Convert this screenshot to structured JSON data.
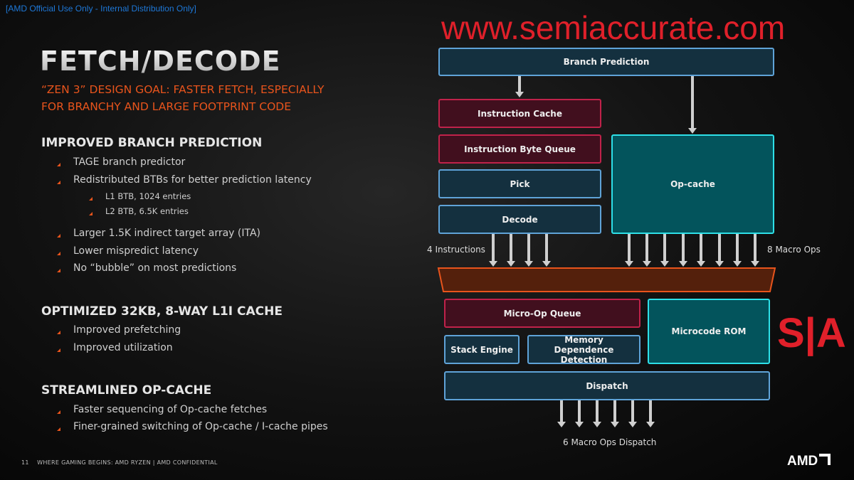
{
  "header_tag": "[AMD Official Use Only - Internal Distribution Only]",
  "title": "FETCH/DECODE",
  "subtitle": [
    "“ZEN 3” DESIGN GOAL: FASTER FETCH, ESPECIALLY",
    "FOR BRANCHY AND LARGE FOOTPRINT CODE"
  ],
  "sections": [
    {
      "heading": "IMPROVED BRANCH PREDICTION",
      "bullets": [
        "TAGE branch predictor",
        "Redistributed BTBs for better prediction latency",
        "Larger 1.5K indirect target array (ITA)",
        "Lower mispredict latency",
        "No “bubble” on most predictions"
      ],
      "sub_bullets": [
        "L1 BTB, 1024 entries",
        "L2 BTB, 6.5K entries"
      ]
    },
    {
      "heading": "OPTIMIZED 32KB, 8-WAY L1I CACHE",
      "bullets": [
        "Improved prefetching",
        "Improved utilization"
      ]
    },
    {
      "heading": "STREAMLINED OP-CACHE",
      "bullets": [
        "Faster sequencing of Op-cache fetches",
        "Finer-grained switching of Op-cache / I-cache pipes"
      ]
    }
  ],
  "diagram": {
    "branch_prediction": "Branch Prediction",
    "instruction_cache": "Instruction Cache",
    "instruction_byte_queue": "Instruction Byte Queue",
    "pick": "Pick",
    "decode": "Decode",
    "op_cache": "Op-cache",
    "four_instructions": "4 Instructions",
    "eight_macro_ops": "8 Macro Ops",
    "micro_op_queue": "Micro-Op Queue",
    "microcode_rom": "Microcode ROM",
    "stack_engine": "Stack Engine",
    "memory_dependence": "Memory Dependence Detection",
    "dispatch": "Dispatch",
    "six_macro_ops": "6 Macro Ops Dispatch"
  },
  "footer": {
    "page": "11",
    "text": "WHERE GAMING BEGINS:  AMD RYZEN   |   AMD CONFIDENTIAL",
    "logo": "AMD"
  },
  "watermark": {
    "url": "www.semiaccurate.com",
    "logo": "S|A"
  }
}
